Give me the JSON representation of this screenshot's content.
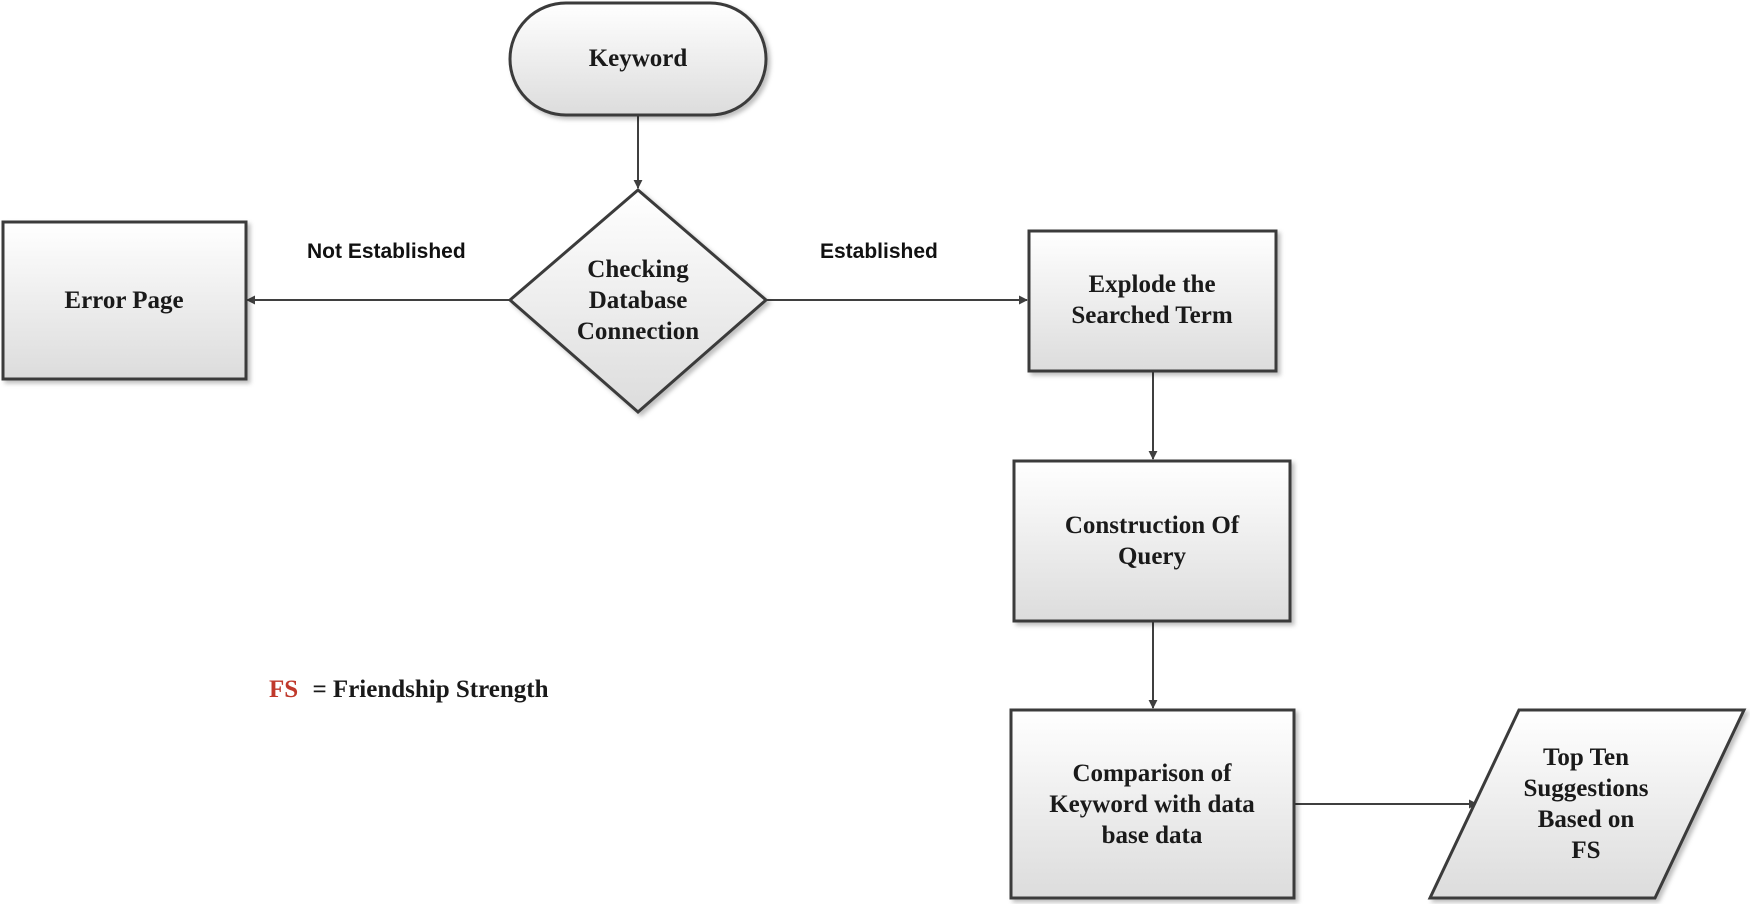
{
  "nodes": {
    "keyword": {
      "lines": [
        "Keyword"
      ]
    },
    "check_db": {
      "lines": [
        "Checking",
        "Database",
        "Connection"
      ]
    },
    "error_page": {
      "lines": [
        "Error Page"
      ]
    },
    "explode": {
      "lines": [
        "Explode the",
        "Searched Term"
      ]
    },
    "construction": {
      "lines": [
        "Construction Of",
        "Query"
      ]
    },
    "comparison": {
      "lines": [
        "Comparison of",
        "Keyword with data",
        "base data"
      ]
    },
    "top_ten": {
      "lines": [
        "Top Ten",
        "Suggestions",
        "Based on",
        "FS"
      ]
    }
  },
  "edges": {
    "not_established": "Not Established",
    "established": "Established"
  },
  "legend": {
    "abbr": "FS",
    "definition": "= Friendship Strength"
  },
  "colors": {
    "shape_fill_top": "#ffffff",
    "shape_fill_bottom": "#dcdcdc",
    "stroke": "#3a3a3a",
    "legend_abbr": "#c0392b"
  }
}
